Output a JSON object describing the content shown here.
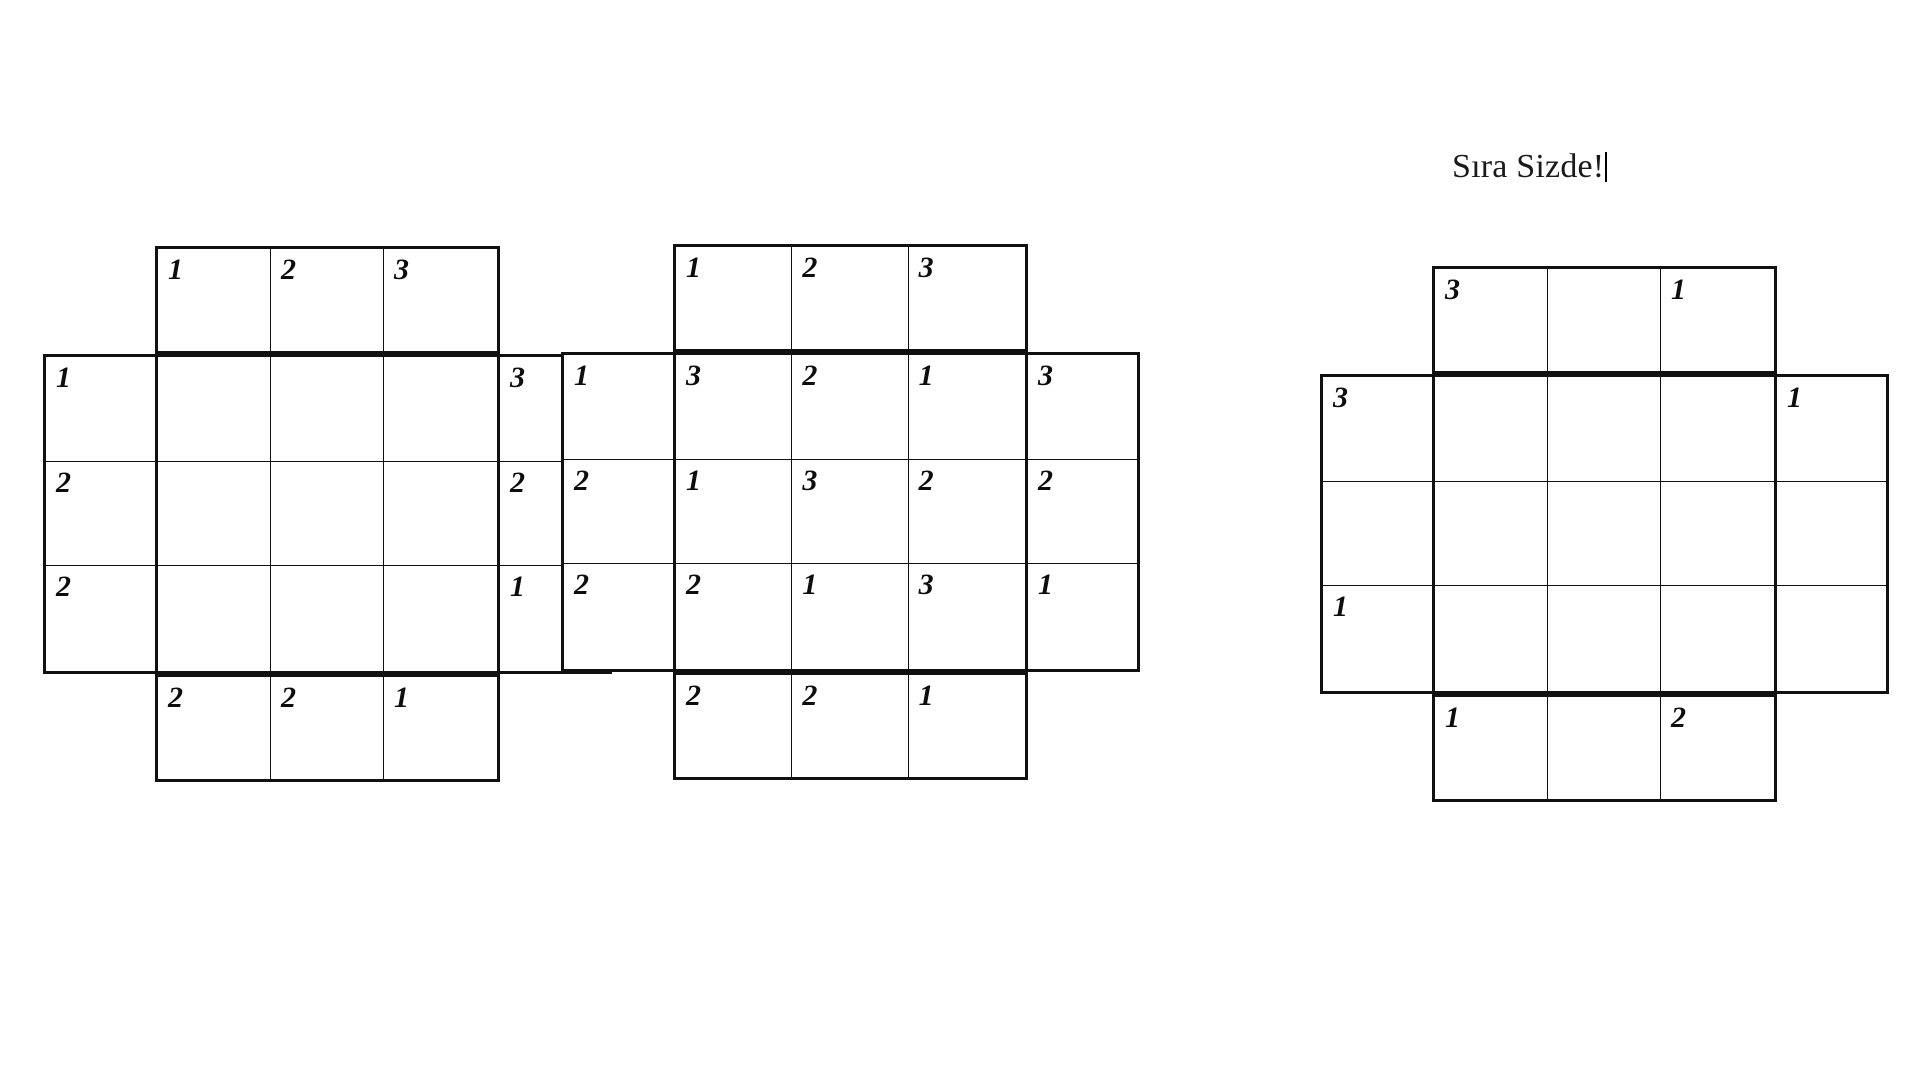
{
  "page": {
    "background_color": "#ffffff",
    "ink_color": "#111111"
  },
  "heading": {
    "text": "Sıra Sizde!",
    "caret_visible": true
  },
  "puzzles": [
    {
      "id": "puzzle-1",
      "name": "skyscraper-puzzle-blank",
      "state": "blank",
      "clues": {
        "top": [
          "1",
          "2",
          "3"
        ],
        "left": [
          "1",
          "2",
          "2"
        ],
        "right": [
          "3",
          "2",
          "1"
        ],
        "bottom": [
          "2",
          "2",
          "1"
        ]
      },
      "grid": [
        [
          "",
          "",
          ""
        ],
        [
          "",
          "",
          ""
        ],
        [
          "",
          "",
          ""
        ]
      ]
    },
    {
      "id": "puzzle-2",
      "name": "skyscraper-puzzle-solved",
      "state": "solved",
      "clues": {
        "top": [
          "1",
          "2",
          "3"
        ],
        "left": [
          "1",
          "2",
          "2"
        ],
        "right": [
          "3",
          "2",
          "1"
        ],
        "bottom": [
          "2",
          "2",
          "1"
        ]
      },
      "grid": [
        [
          "3",
          "2",
          "1"
        ],
        [
          "1",
          "3",
          "2"
        ],
        [
          "2",
          "1",
          "3"
        ]
      ]
    },
    {
      "id": "puzzle-3",
      "name": "skyscraper-puzzle-exercise",
      "state": "exercise",
      "clues": {
        "top": [
          "3",
          "",
          "1"
        ],
        "left": [
          "3",
          "",
          "1"
        ],
        "right": [
          "1",
          "",
          ""
        ],
        "bottom": [
          "1",
          "",
          "2"
        ]
      },
      "grid": [
        [
          "",
          "",
          ""
        ],
        [
          "",
          "",
          ""
        ],
        [
          "",
          "",
          ""
        ]
      ]
    }
  ]
}
